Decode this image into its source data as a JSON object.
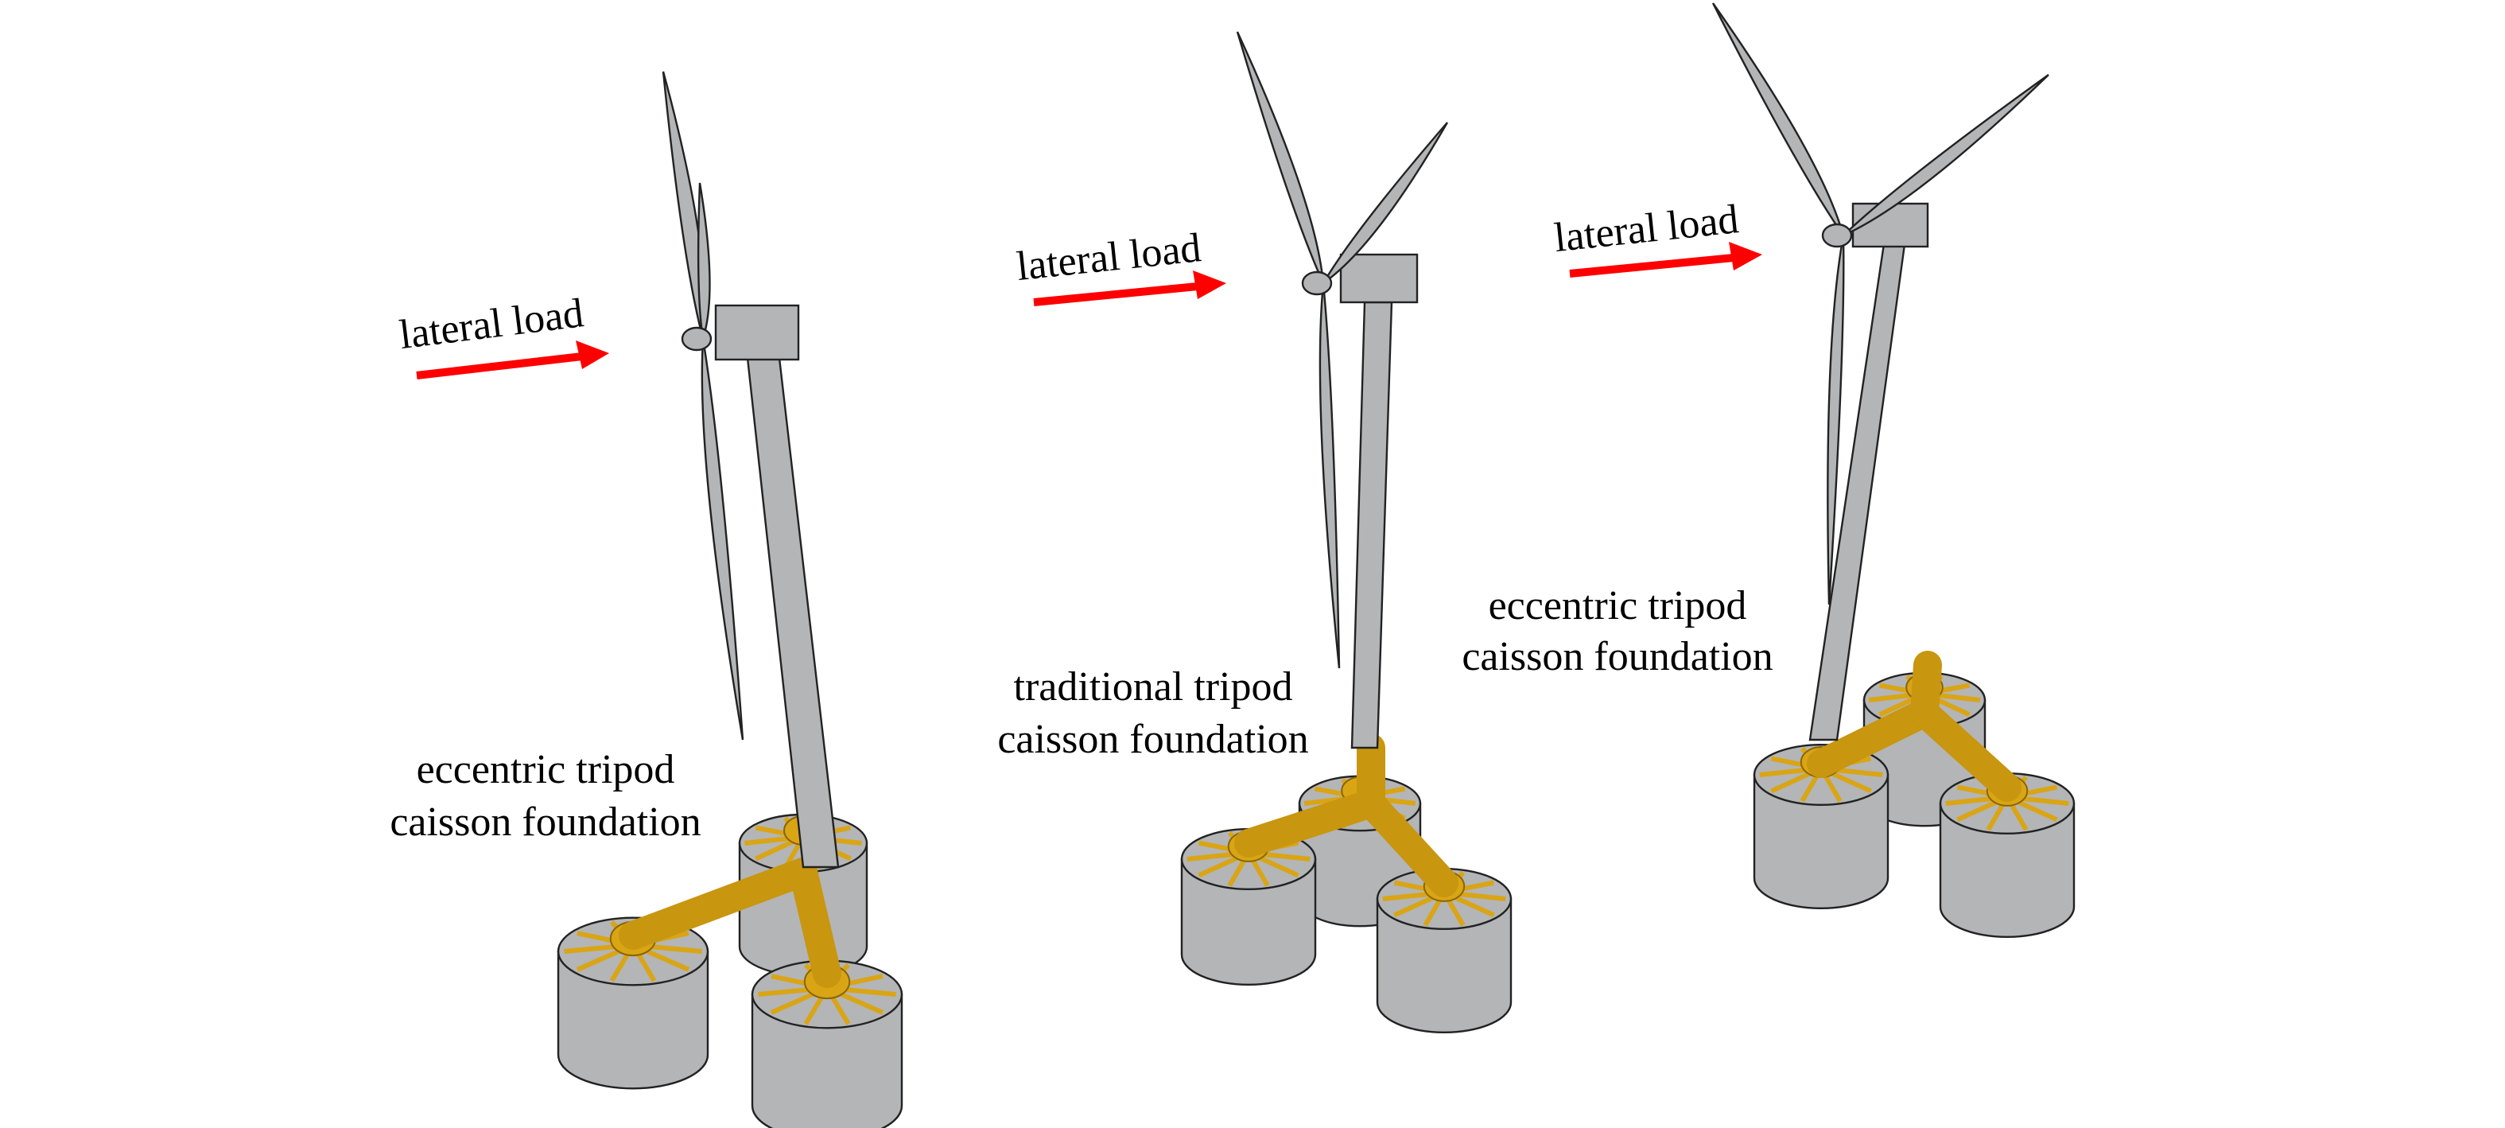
{
  "figure": {
    "panels": [
      {
        "load_label": "lateral load",
        "foundation_label": [
          "eccentric tripod",
          "caisson foundation"
        ]
      },
      {
        "load_label": "lateral load",
        "foundation_label": [
          "traditional tripod",
          "caisson foundation"
        ]
      },
      {
        "load_label": "lateral load",
        "foundation_label": [
          "eccentric tripod",
          "caisson foundation"
        ]
      }
    ],
    "colors": {
      "arrow": "#ff0000",
      "steel": "#b3b5b7",
      "tripod": "#d9a514"
    }
  }
}
